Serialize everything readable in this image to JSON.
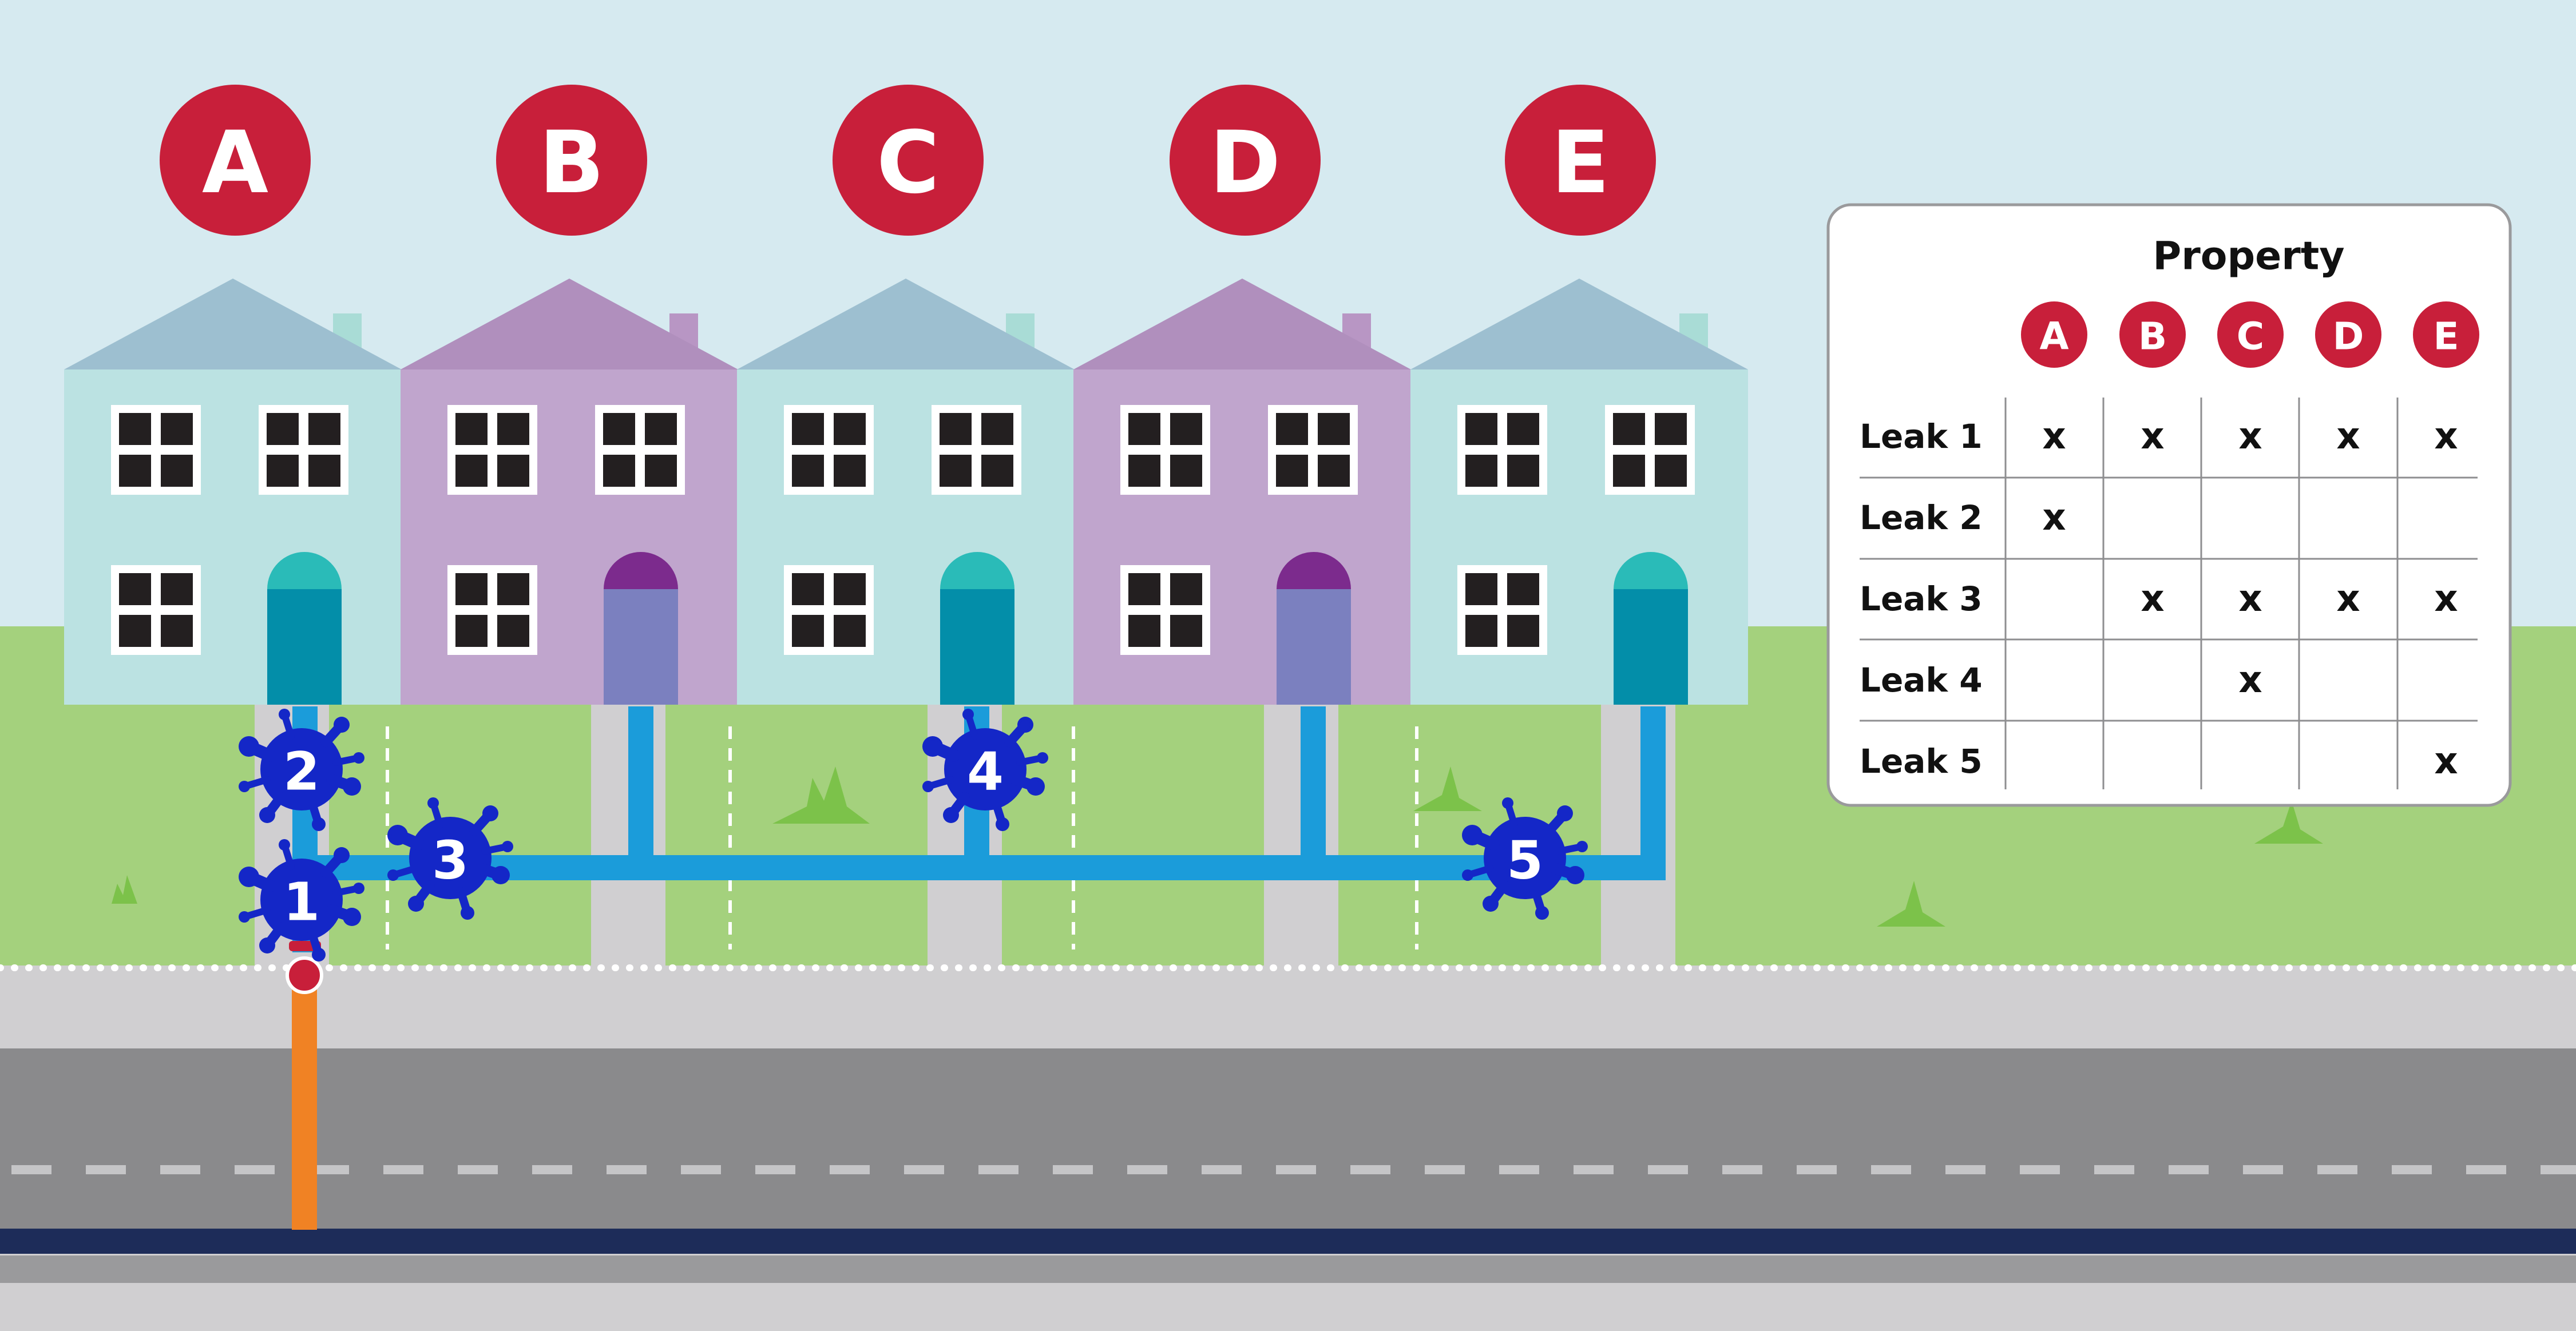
{
  "properties": [
    "A",
    "B",
    "C",
    "D",
    "E"
  ],
  "leaks": [
    "1",
    "2",
    "3",
    "4",
    "5"
  ],
  "table": {
    "title": "Property",
    "columns": [
      "A",
      "B",
      "C",
      "D",
      "E"
    ],
    "rows": [
      {
        "label": "Leak 1",
        "cells": [
          "x",
          "x",
          "x",
          "x",
          "x"
        ]
      },
      {
        "label": "Leak 2",
        "cells": [
          "x",
          "",
          "",
          "",
          ""
        ]
      },
      {
        "label": "Leak 3",
        "cells": [
          "",
          "x",
          "x",
          "x",
          "x"
        ]
      },
      {
        "label": "Leak 4",
        "cells": [
          "",
          "",
          "x",
          "",
          ""
        ]
      },
      {
        "label": "Leak 5",
        "cells": [
          "",
          "",
          "",
          "",
          "x"
        ]
      }
    ]
  },
  "colors": {
    "sky": "#d6eaf0",
    "grass": "#a4d17d",
    "house_teal": "#bbe2e2",
    "roof_teal": "#9dbfd0",
    "door_teal": "#038ea9",
    "arch_teal": "#2abbb8",
    "house_purple": "#c0a5cd",
    "roof_purple": "#b08fbd",
    "door_purple": "#7b80bf",
    "arch_purple": "#7c2b8d",
    "pipe": "#1b9cda",
    "supply_pipe": "#f08224",
    "leak": "#1427c7",
    "badge": "#c81f3a",
    "pavement": "#d0cfd1",
    "road": "#8a8a8c",
    "main": "#1d2c59"
  }
}
